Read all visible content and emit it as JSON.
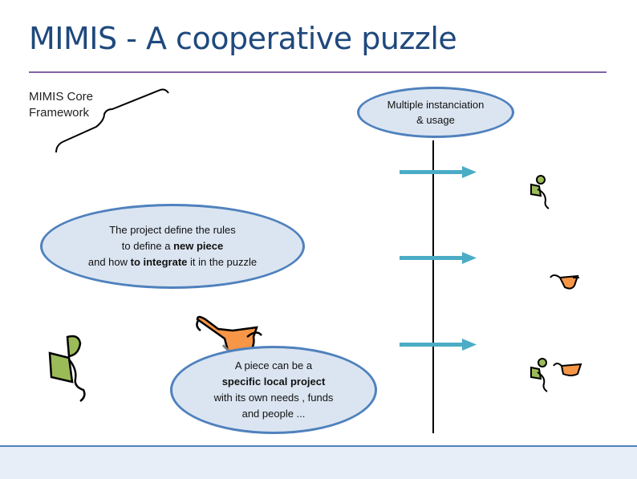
{
  "title": "MIMIS - A cooperative puzzle",
  "framework": {
    "line1": "MIMIS Core",
    "line2": "Framework"
  },
  "multiple": {
    "line1": "Multiple instanciation",
    "line2": "& usage"
  },
  "project_rules": {
    "l1": "The project define the rules",
    "l2a": "to define a ",
    "l2b": "new piece",
    "l3a": "and how ",
    "l3b": "to integrate",
    "l3c": " it in the puzzle"
  },
  "piece": {
    "l1": "A piece can be a",
    "l2": "specific local project",
    "l3": "with its own needs , funds",
    "l4": "and people ..."
  },
  "colors": {
    "title": "#1f497d",
    "rule": "#8064a2",
    "ellipse_border": "#4f81bd",
    "ellipse_fill": "#dbe5f1",
    "arrow": "#4bacc6",
    "green_piece": "#9bbb59",
    "orange_piece": "#f79646"
  }
}
